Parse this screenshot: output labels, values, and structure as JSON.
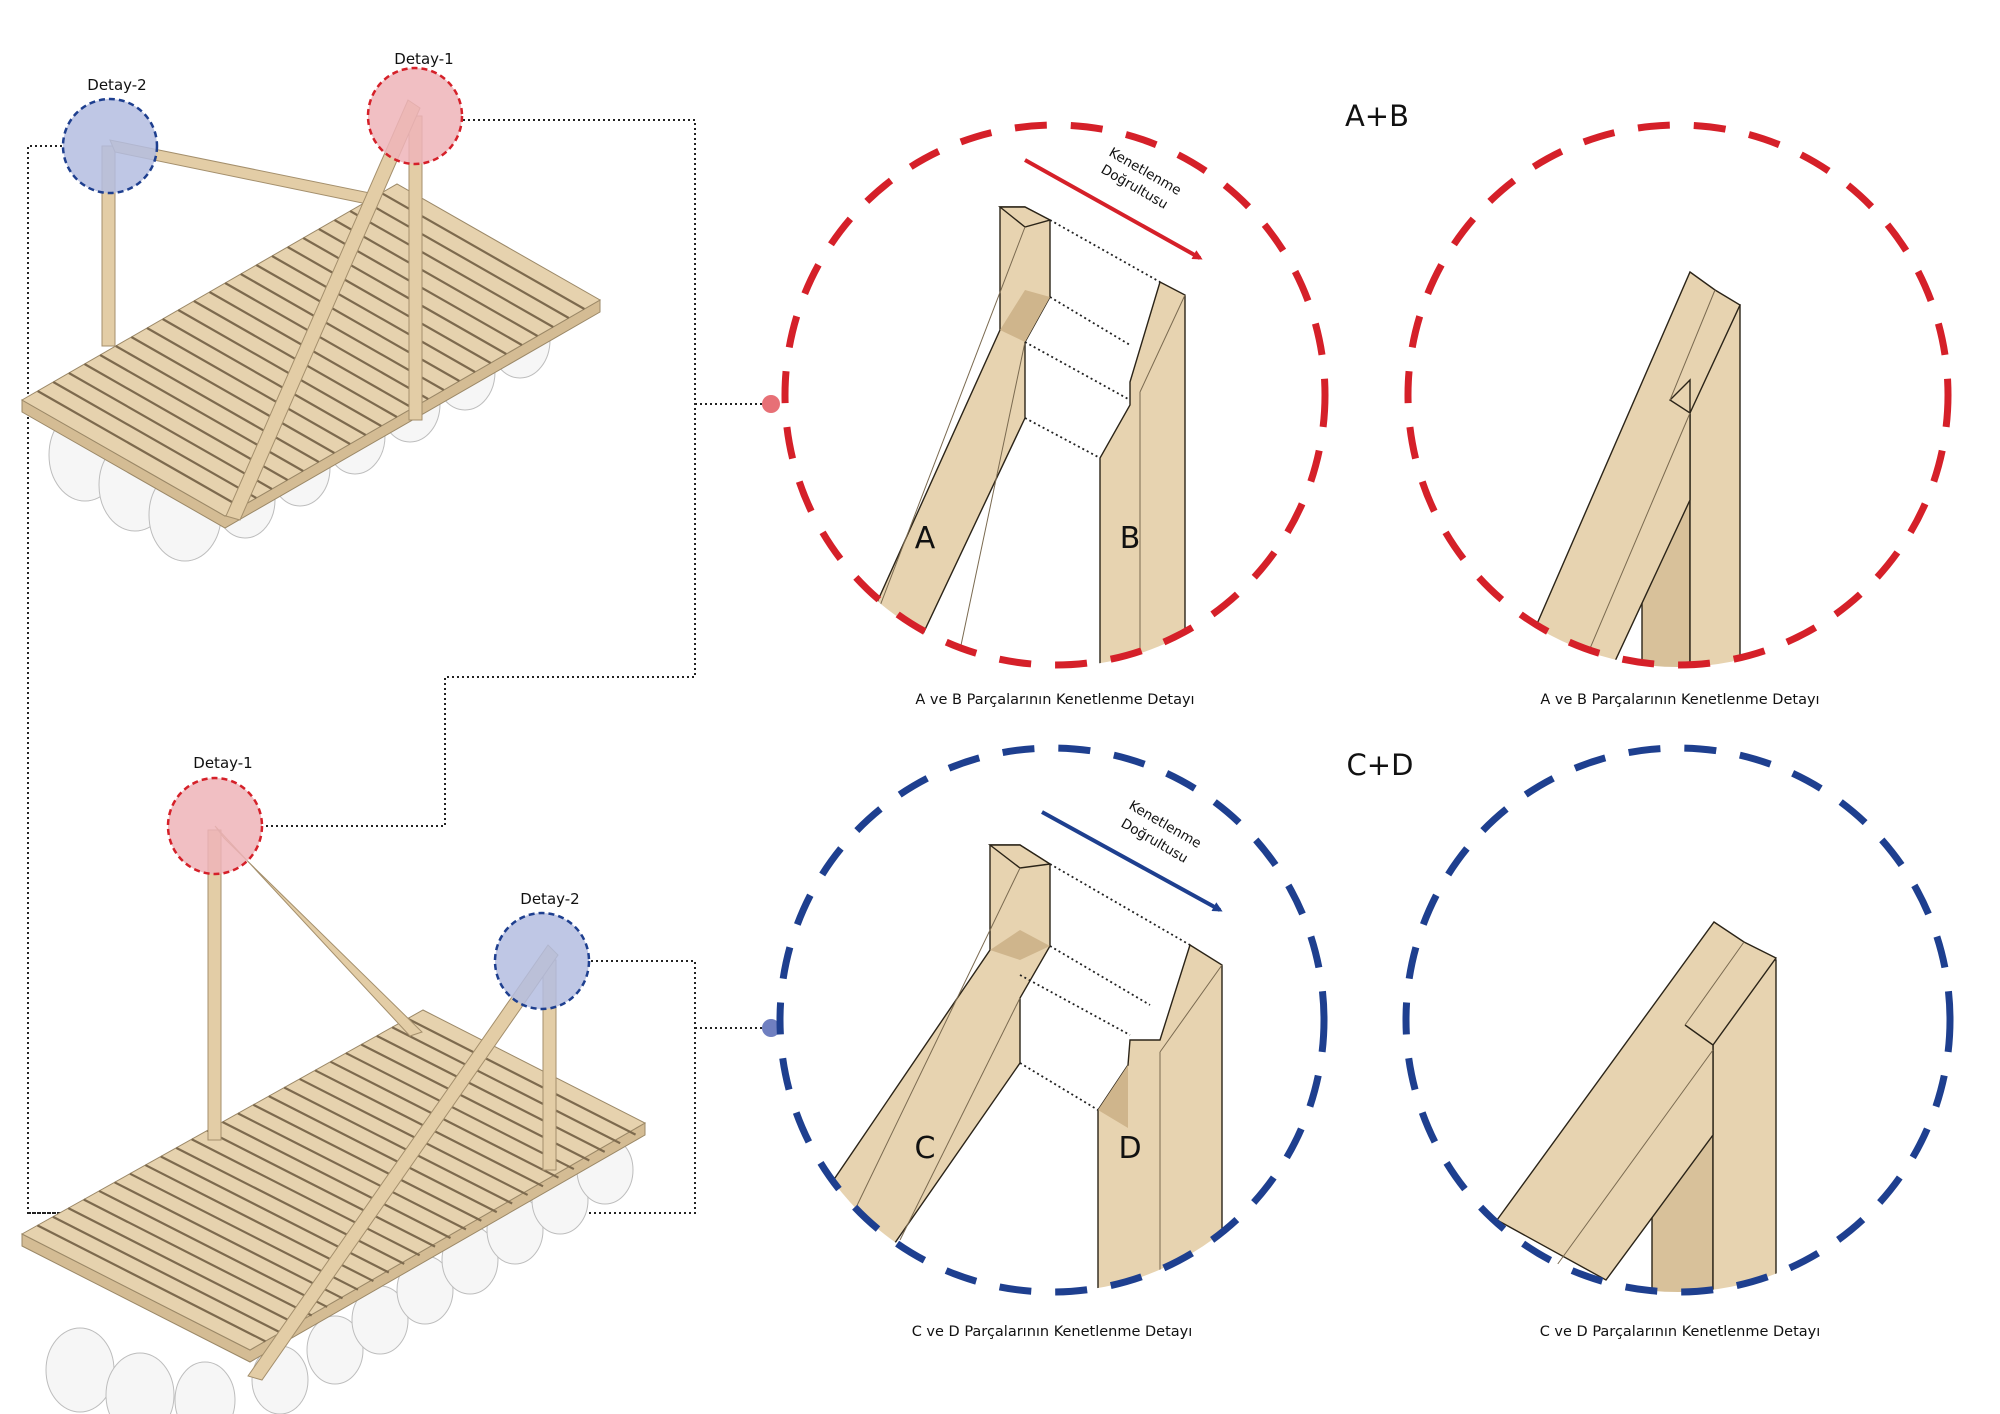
{
  "colors": {
    "red": "#d52029",
    "blue": "#1e3f8f",
    "red_fill": "#eeb4b8",
    "blue_fill": "#b4bde0",
    "wood": "#e7d3b0"
  },
  "rafts": [
    {
      "name": "raft-top",
      "markers": [
        {
          "label": "Detay-2",
          "color": "blue"
        },
        {
          "label": "Detay-1",
          "color": "red"
        }
      ]
    },
    {
      "name": "raft-bottom",
      "markers": [
        {
          "label": "Detay-1",
          "color": "red"
        },
        {
          "label": "Detay-2",
          "color": "blue"
        }
      ]
    }
  ],
  "groups": [
    {
      "title": "A+B",
      "color": "red",
      "direction_label_line1": "Kenetlenme",
      "direction_label_line2": "Doğrultusu",
      "part_left": "A",
      "part_right": "B",
      "caption_exploded": "A ve B Parçalarının Kenetlenme Detayı",
      "caption_assembled": "A ve B Parçalarının Kenetlenme Detayı"
    },
    {
      "title": "C+D",
      "color": "blue",
      "direction_label_line1": "Kenetlenme",
      "direction_label_line2": "Doğrultusu",
      "part_left": "C",
      "part_right": "D",
      "caption_exploded": "C ve D Parçalarının Kenetlenme Detayı",
      "caption_assembled": "C ve D Parçalarının Kenetlenme Detayı"
    }
  ]
}
